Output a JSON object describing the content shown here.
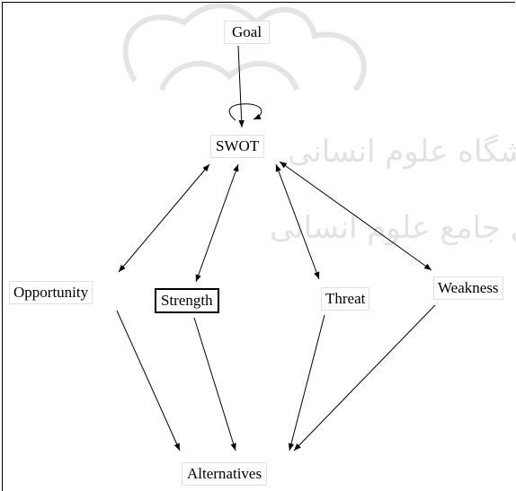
{
  "diagram": {
    "nodes": {
      "goal": "Goal",
      "swot": "SWOT",
      "opportunity": "Opportunity",
      "strength": "Strength",
      "threat": "Threat",
      "weakness": "Weakness",
      "alternatives": "Alternatives"
    },
    "selected_node": "Strength",
    "edges": [
      {
        "from": "Goal",
        "to": "SWOT",
        "direction": "forward"
      },
      {
        "from": "SWOT",
        "to": "SWOT",
        "direction": "self-loop"
      },
      {
        "from": "SWOT",
        "to": "Opportunity",
        "direction": "both"
      },
      {
        "from": "SWOT",
        "to": "Strength",
        "direction": "both"
      },
      {
        "from": "SWOT",
        "to": "Threat",
        "direction": "both"
      },
      {
        "from": "SWOT",
        "to": "Weakness",
        "direction": "both"
      },
      {
        "from": "Opportunity",
        "to": "Alternatives",
        "direction": "forward"
      },
      {
        "from": "Strength",
        "to": "Alternatives",
        "direction": "forward"
      },
      {
        "from": "Threat",
        "to": "Alternatives",
        "direction": "forward"
      },
      {
        "from": "Weakness",
        "to": "Alternatives",
        "direction": "forward"
      }
    ],
    "colors": {
      "line": "#000000",
      "background": "#ffffff",
      "node_border": "#e0e0e0"
    }
  }
}
